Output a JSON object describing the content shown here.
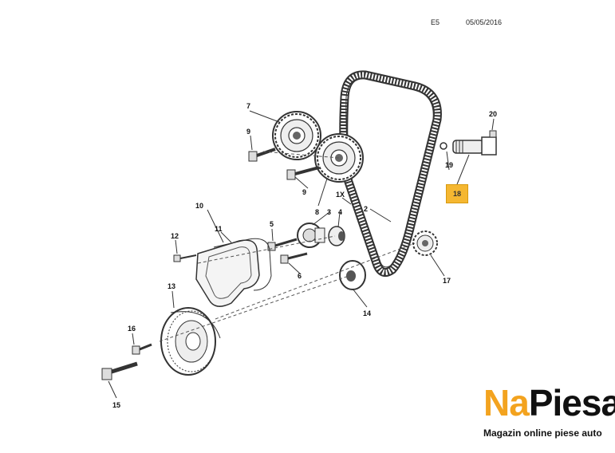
{
  "header": {
    "code": "E5",
    "date": "05/05/2016"
  },
  "callouts": {
    "c1X": "1X",
    "c2": "2",
    "c3": "3",
    "c4": "4",
    "c5": "5",
    "c6": "6",
    "c7": "7",
    "c8": "8",
    "c9a": "9",
    "c9b": "9",
    "c10": "10",
    "c11": "11",
    "c12": "12",
    "c13": "13",
    "c14": "14",
    "c15": "15",
    "c16a": "16",
    "c17": "17",
    "c18": "18",
    "c19": "19",
    "c20": "20"
  },
  "highlight": {
    "label": "18",
    "color": "#f5b731"
  },
  "branding": {
    "logo_part1": "Na",
    "logo_part2": "Piesa",
    "tagline": "Magazin online piese auto",
    "accent": "#f3a31f"
  }
}
